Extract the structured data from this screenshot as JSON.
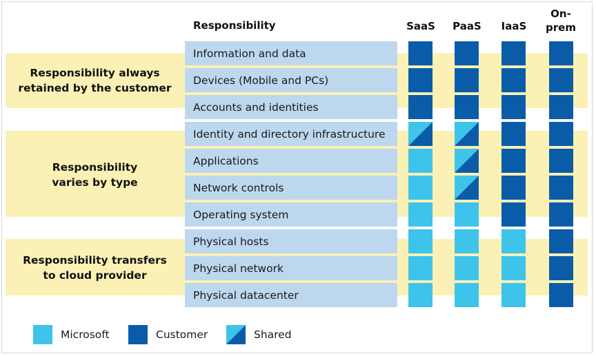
{
  "header": {
    "responsibility": "Responsibility",
    "columns": [
      "SaaS",
      "PaaS",
      "IaaS",
      "On-\nprem"
    ]
  },
  "groups": [
    {
      "label": [
        "Responsibility always",
        "retained by the customer"
      ]
    },
    {
      "label": [
        "Responsibility",
        "varies by type"
      ]
    },
    {
      "label": [
        "Responsibility transfers",
        "to cloud provider"
      ]
    }
  ],
  "rows": [
    {
      "label": "Information and data",
      "cells": [
        "customer",
        "customer",
        "customer",
        "customer"
      ]
    },
    {
      "label": "Devices (Mobile and PCs)",
      "cells": [
        "customer",
        "customer",
        "customer",
        "customer"
      ]
    },
    {
      "label": "Accounts and identities",
      "cells": [
        "customer",
        "customer",
        "customer",
        "customer"
      ]
    },
    {
      "label": "Identity and directory infrastructure",
      "cells": [
        "shared",
        "shared",
        "customer",
        "customer"
      ]
    },
    {
      "label": "Applications",
      "cells": [
        "microsoft",
        "shared",
        "customer",
        "customer"
      ]
    },
    {
      "label": "Network controls",
      "cells": [
        "microsoft",
        "shared",
        "customer",
        "customer"
      ]
    },
    {
      "label": "Operating system",
      "cells": [
        "microsoft",
        "microsoft",
        "customer",
        "customer"
      ]
    },
    {
      "label": "Physical hosts",
      "cells": [
        "microsoft",
        "microsoft",
        "microsoft",
        "customer"
      ]
    },
    {
      "label": "Physical network",
      "cells": [
        "microsoft",
        "microsoft",
        "microsoft",
        "customer"
      ]
    },
    {
      "label": "Physical datacenter",
      "cells": [
        "microsoft",
        "microsoft",
        "microsoft",
        "customer"
      ]
    }
  ],
  "legend": [
    {
      "key": "microsoft",
      "label": "Microsoft"
    },
    {
      "key": "customer",
      "label": "Customer"
    },
    {
      "key": "shared",
      "label": "Shared"
    }
  ],
  "colors": {
    "microsoft": "#3ec3ea",
    "customer": "#0a5ca8",
    "row_bg": "#bdd7ee",
    "band_bg": "#fbf1b5"
  }
}
